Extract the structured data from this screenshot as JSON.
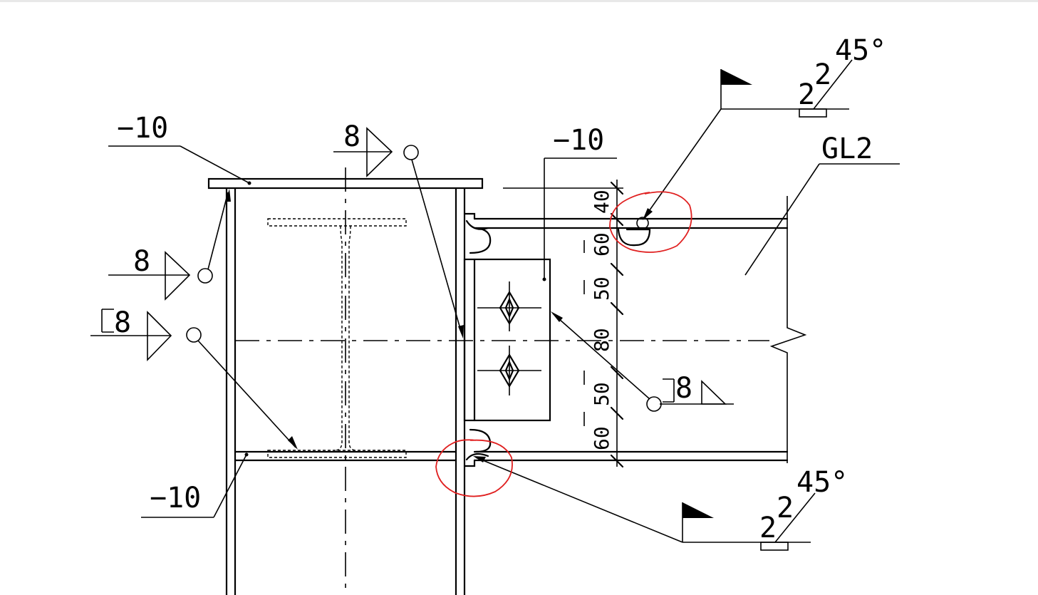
{
  "labels": {
    "plate_top": "−10",
    "plate_bottom": "−10",
    "plate_fin": "−10",
    "beam": "GL2",
    "weld_top_size": "8",
    "weld_left_size": "8",
    "weld_bracket_left": "8",
    "weld_bracket_right": "8",
    "angle_top": "45°",
    "angle_bottom": "45°",
    "bevel_top_a": "2",
    "bevel_top_b": "2",
    "bevel_bottom_a": "2",
    "bevel_bottom_b": "2"
  },
  "dimensions": [
    "40",
    "60",
    "50",
    "80",
    "50",
    "60"
  ],
  "colors": {
    "line": "#000000",
    "markup": "#e02020",
    "background": "#ffffff"
  }
}
